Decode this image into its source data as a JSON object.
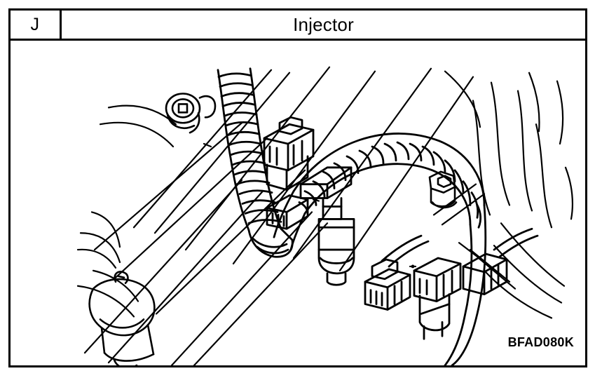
{
  "page": {
    "background_color": "#ffffff",
    "ink_color": "#000000"
  },
  "header": {
    "id_label": "J",
    "title": "Injector"
  },
  "illustration": {
    "type": "line-art-technical-drawing",
    "subject": "Engine injector and wiring harness assembly",
    "style": "black and white line art, no fill, service manual exploded view",
    "components": [
      "corrugated wiring harness conduit",
      "injector body",
      "electrical connectors",
      "hex head bolt",
      "socket head bolt",
      "intake manifold surface",
      "fuel rail",
      "reservoir cap"
    ]
  },
  "reference": {
    "code": "BFAD080K"
  }
}
